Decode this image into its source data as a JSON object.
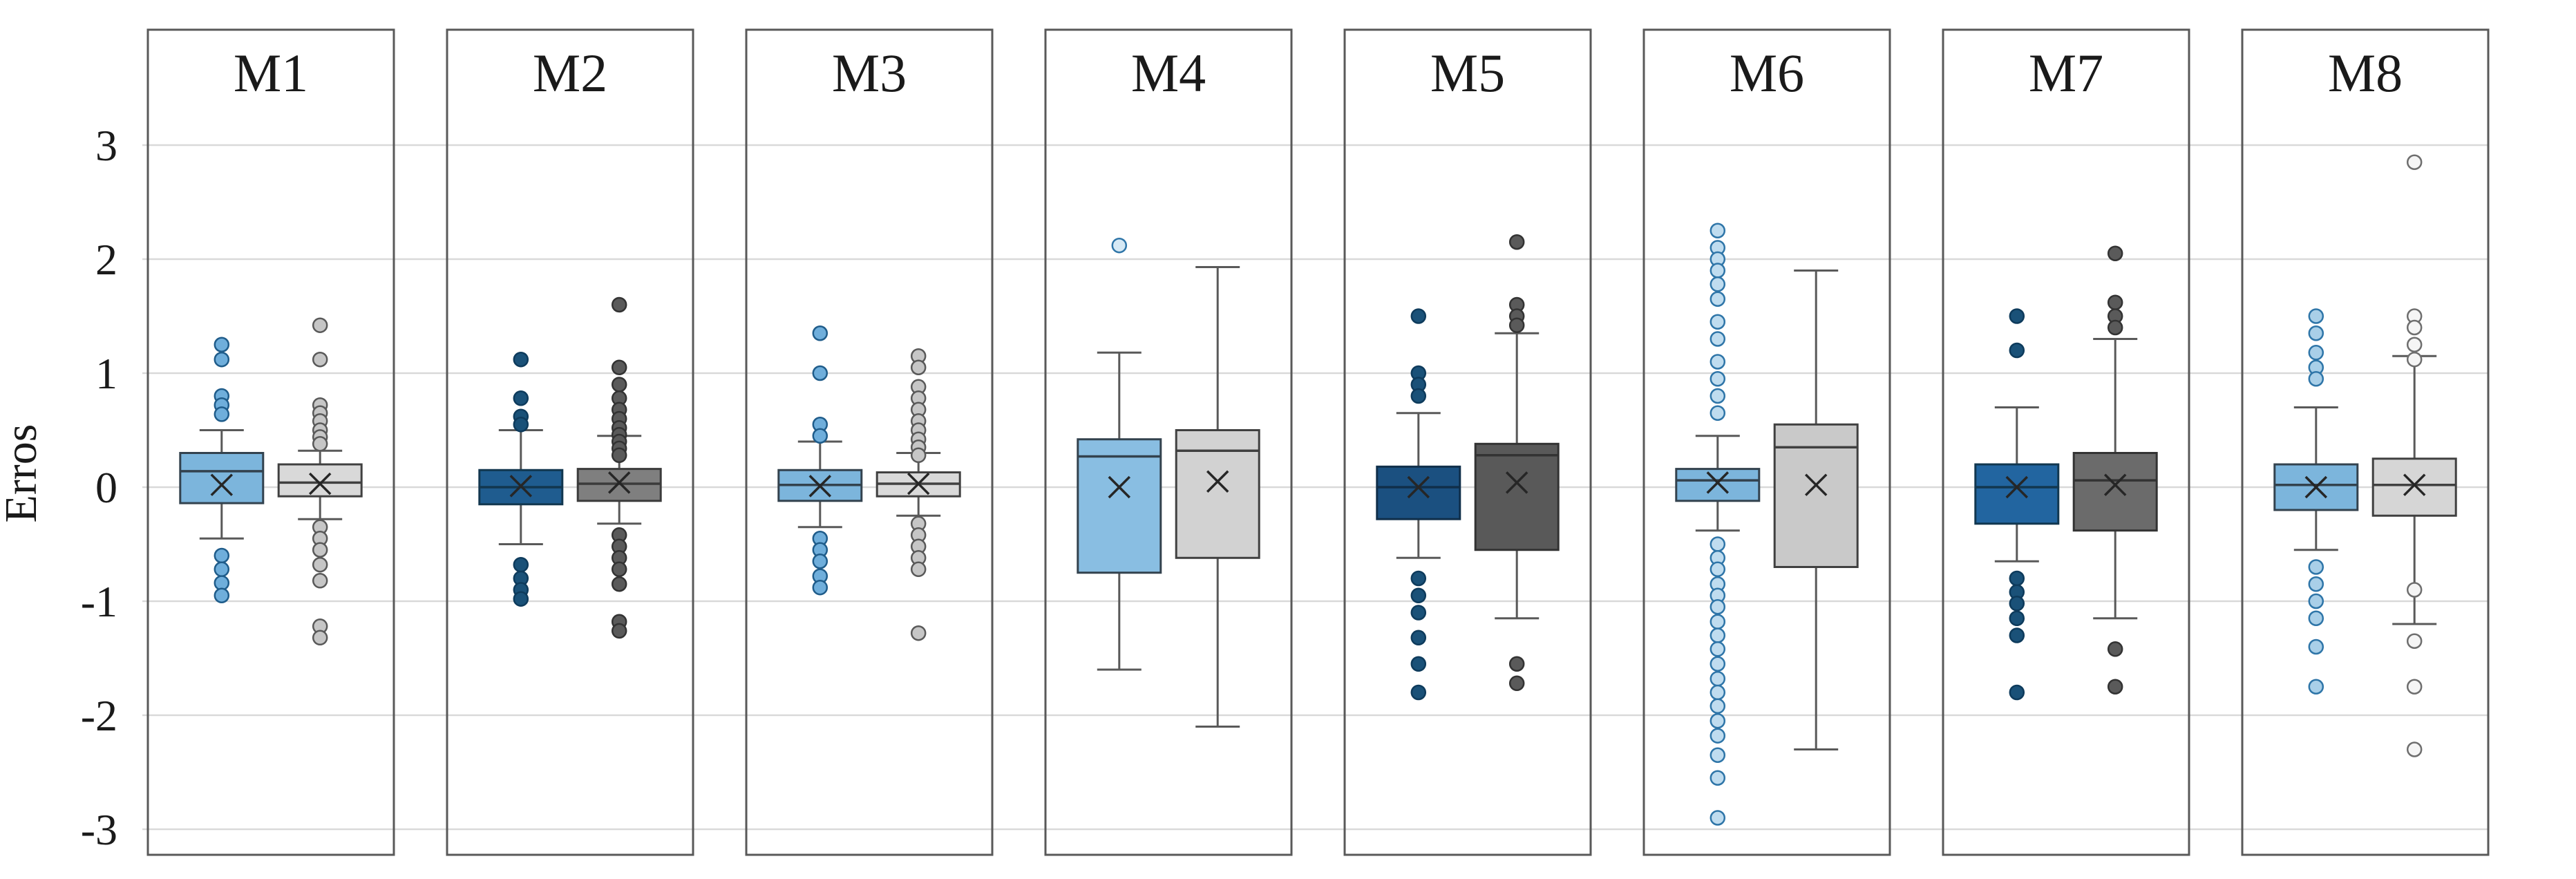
{
  "chart_data": {
    "type": "boxplot",
    "title": "",
    "ylabel": "Erros",
    "ylim": [
      -3,
      3
    ],
    "yticks": [
      3,
      2,
      1,
      0,
      -1,
      -2,
      -3
    ],
    "grid": true,
    "legend": "none",
    "colors": {
      "gridline": "#D9D9D9",
      "panel_border": "#595959",
      "whisker": "#595959",
      "mean_marker": "#262626",
      "text": "#1A1A1A",
      "background": "#FFFFFF"
    },
    "panels": [
      {
        "label": "M1",
        "series": [
          {
            "name": "blue",
            "box_fill": "#7CB5DC",
            "box_stroke": "#33424E",
            "point_fill": "#6FAEDB",
            "point_stroke": "#1F5C8A",
            "q1": -0.14,
            "median": 0.14,
            "q3": 0.3,
            "mean": 0.02,
            "whisker_low": -0.45,
            "whisker_high": 0.5,
            "outliers": [
              1.25,
              1.12,
              0.8,
              0.72,
              0.64,
              -0.6,
              -0.72,
              -0.84,
              -0.95
            ]
          },
          {
            "name": "gray",
            "box_fill": "#D9D9D9",
            "box_stroke": "#404040",
            "point_fill": "#C6C6C6",
            "point_stroke": "#595959",
            "q1": -0.08,
            "median": 0.04,
            "q3": 0.2,
            "mean": 0.03,
            "whisker_low": -0.28,
            "whisker_high": 0.32,
            "outliers": [
              1.42,
              1.12,
              0.72,
              0.65,
              0.58,
              0.5,
              0.44,
              0.38,
              -0.35,
              -0.45,
              -0.55,
              -0.68,
              -0.82,
              -1.22,
              -1.32
            ]
          }
        ]
      },
      {
        "label": "M2",
        "series": [
          {
            "name": "blue",
            "box_fill": "#1F5C8F",
            "box_stroke": "#12374F",
            "point_fill": "#1A5178",
            "point_stroke": "#0E3B5C",
            "q1": -0.15,
            "median": 0.0,
            "q3": 0.15,
            "mean": 0.01,
            "whisker_low": -0.5,
            "whisker_high": 0.5,
            "outliers": [
              1.12,
              0.78,
              0.62,
              0.55,
              -0.68,
              -0.8,
              -0.9,
              -0.98
            ]
          },
          {
            "name": "gray",
            "box_fill": "#7F7F7F",
            "box_stroke": "#3B3B3B",
            "point_fill": "#5A5A5A",
            "point_stroke": "#333333",
            "q1": -0.12,
            "median": 0.03,
            "q3": 0.16,
            "mean": 0.04,
            "whisker_low": -0.32,
            "whisker_high": 0.45,
            "outliers": [
              1.6,
              1.05,
              0.9,
              0.78,
              0.68,
              0.6,
              0.52,
              0.46,
              0.4,
              0.34,
              0.28,
              -0.42,
              -0.52,
              -0.62,
              -0.72,
              -0.85,
              -1.18,
              -1.26
            ]
          }
        ]
      },
      {
        "label": "M3",
        "series": [
          {
            "name": "blue",
            "box_fill": "#7CB5DC",
            "box_stroke": "#33424E",
            "point_fill": "#6FAEDB",
            "point_stroke": "#1F5C8A",
            "q1": -0.12,
            "median": 0.02,
            "q3": 0.15,
            "mean": 0.01,
            "whisker_low": -0.35,
            "whisker_high": 0.4,
            "outliers": [
              1.35,
              1.0,
              0.55,
              0.45,
              -0.45,
              -0.55,
              -0.65,
              -0.78,
              -0.88
            ]
          },
          {
            "name": "gray",
            "box_fill": "#D9D9D9",
            "box_stroke": "#404040",
            "point_fill": "#C6C6C6",
            "point_stroke": "#595959",
            "q1": -0.08,
            "median": 0.03,
            "q3": 0.13,
            "mean": 0.03,
            "whisker_low": -0.25,
            "whisker_high": 0.3,
            "outliers": [
              1.15,
              1.05,
              0.88,
              0.78,
              0.68,
              0.58,
              0.5,
              0.42,
              0.35,
              0.28,
              -0.32,
              -0.42,
              -0.52,
              -0.62,
              -0.72,
              -1.28
            ]
          }
        ]
      },
      {
        "label": "M4",
        "series": [
          {
            "name": "blue",
            "box_fill": "#89BEE2",
            "box_stroke": "#33424E",
            "point_fill": "#D6E9F5",
            "point_stroke": "#2E75A8",
            "q1": -0.75,
            "median": 0.27,
            "q3": 0.42,
            "mean": 0.0,
            "whisker_low": -1.6,
            "whisker_high": 1.18,
            "outliers": [
              2.12
            ]
          },
          {
            "name": "gray",
            "box_fill": "#D2D2D2",
            "box_stroke": "#404040",
            "point_fill": "#F2F2F2",
            "point_stroke": "#6E6E6E",
            "q1": -0.62,
            "median": 0.32,
            "q3": 0.5,
            "mean": 0.05,
            "whisker_low": -2.1,
            "whisker_high": 1.93,
            "outliers": []
          }
        ]
      },
      {
        "label": "M5",
        "series": [
          {
            "name": "blue",
            "box_fill": "#1B5080",
            "box_stroke": "#102F4A",
            "point_fill": "#1A5178",
            "point_stroke": "#0E3B5C",
            "q1": -0.28,
            "median": 0.0,
            "q3": 0.18,
            "mean": 0.0,
            "whisker_low": -0.62,
            "whisker_high": 0.65,
            "outliers": [
              1.5,
              1.0,
              0.9,
              0.8,
              -0.8,
              -0.95,
              -1.1,
              -1.32,
              -1.55,
              -1.8
            ]
          },
          {
            "name": "gray",
            "box_fill": "#595959",
            "box_stroke": "#333333",
            "point_fill": "#5A5A5A",
            "point_stroke": "#333333",
            "q1": -0.55,
            "median": 0.28,
            "q3": 0.38,
            "mean": 0.04,
            "whisker_low": -1.15,
            "whisker_high": 1.35,
            "outliers": [
              2.15,
              1.6,
              1.5,
              1.42,
              -1.55,
              -1.72
            ]
          }
        ]
      },
      {
        "label": "M6",
        "series": [
          {
            "name": "blue",
            "box_fill": "#7CB5DC",
            "box_stroke": "#33424E",
            "point_fill": "#BFDCEF",
            "point_stroke": "#2E75A8",
            "q1": -0.12,
            "median": 0.06,
            "q3": 0.16,
            "mean": 0.04,
            "whisker_low": -0.38,
            "whisker_high": 0.45,
            "outliers": [
              2.25,
              2.1,
              2.0,
              1.9,
              1.78,
              1.65,
              1.45,
              1.3,
              1.1,
              0.95,
              0.8,
              0.65,
              -0.5,
              -0.62,
              -0.72,
              -0.85,
              -0.95,
              -1.05,
              -1.18,
              -1.3,
              -1.42,
              -1.55,
              -1.68,
              -1.8,
              -1.92,
              -2.05,
              -2.18,
              -2.35,
              -2.55,
              -2.9
            ]
          },
          {
            "name": "gray",
            "box_fill": "#C9C9C9",
            "box_stroke": "#404040",
            "point_fill": "#F2F2F2",
            "point_stroke": "#6E6E6E",
            "q1": -0.7,
            "median": 0.35,
            "q3": 0.55,
            "mean": 0.02,
            "whisker_low": -2.3,
            "whisker_high": 1.9,
            "outliers": []
          }
        ]
      },
      {
        "label": "M7",
        "series": [
          {
            "name": "blue",
            "box_fill": "#2265A0",
            "box_stroke": "#12374F",
            "point_fill": "#1A5178",
            "point_stroke": "#0E3B5C",
            "q1": -0.32,
            "median": 0.0,
            "q3": 0.2,
            "mean": 0.0,
            "whisker_low": -0.65,
            "whisker_high": 0.7,
            "outliers": [
              1.5,
              1.2,
              -0.8,
              -0.92,
              -1.02,
              -1.15,
              -1.3,
              -1.8
            ]
          },
          {
            "name": "gray",
            "box_fill": "#6B6B6B",
            "box_stroke": "#333333",
            "point_fill": "#5A5A5A",
            "point_stroke": "#333333",
            "q1": -0.38,
            "median": 0.06,
            "q3": 0.3,
            "mean": 0.02,
            "whisker_low": -1.15,
            "whisker_high": 1.3,
            "outliers": [
              2.05,
              1.62,
              1.5,
              1.4,
              -1.42,
              -1.75
            ]
          }
        ]
      },
      {
        "label": "M8",
        "series": [
          {
            "name": "blue",
            "box_fill": "#7CB5DC",
            "box_stroke": "#33424E",
            "point_fill": "#A9CFE8",
            "point_stroke": "#2E75A8",
            "q1": -0.2,
            "median": 0.02,
            "q3": 0.2,
            "mean": 0.0,
            "whisker_low": -0.55,
            "whisker_high": 0.7,
            "outliers": [
              1.5,
              1.35,
              1.18,
              1.05,
              0.95,
              -0.7,
              -0.85,
              -1.0,
              -1.15,
              -1.4,
              -1.75
            ]
          },
          {
            "name": "gray",
            "box_fill": "#D6D6D6",
            "box_stroke": "#404040",
            "point_fill": "#F5F5F5",
            "point_stroke": "#6E6E6E",
            "q1": -0.25,
            "median": 0.02,
            "q3": 0.25,
            "mean": 0.02,
            "whisker_low": -1.2,
            "whisker_high": 1.15,
            "outliers": [
              2.85,
              1.5,
              1.4,
              1.25,
              1.12,
              -0.9,
              -1.35,
              -1.75,
              -2.3
            ]
          }
        ]
      }
    ]
  }
}
